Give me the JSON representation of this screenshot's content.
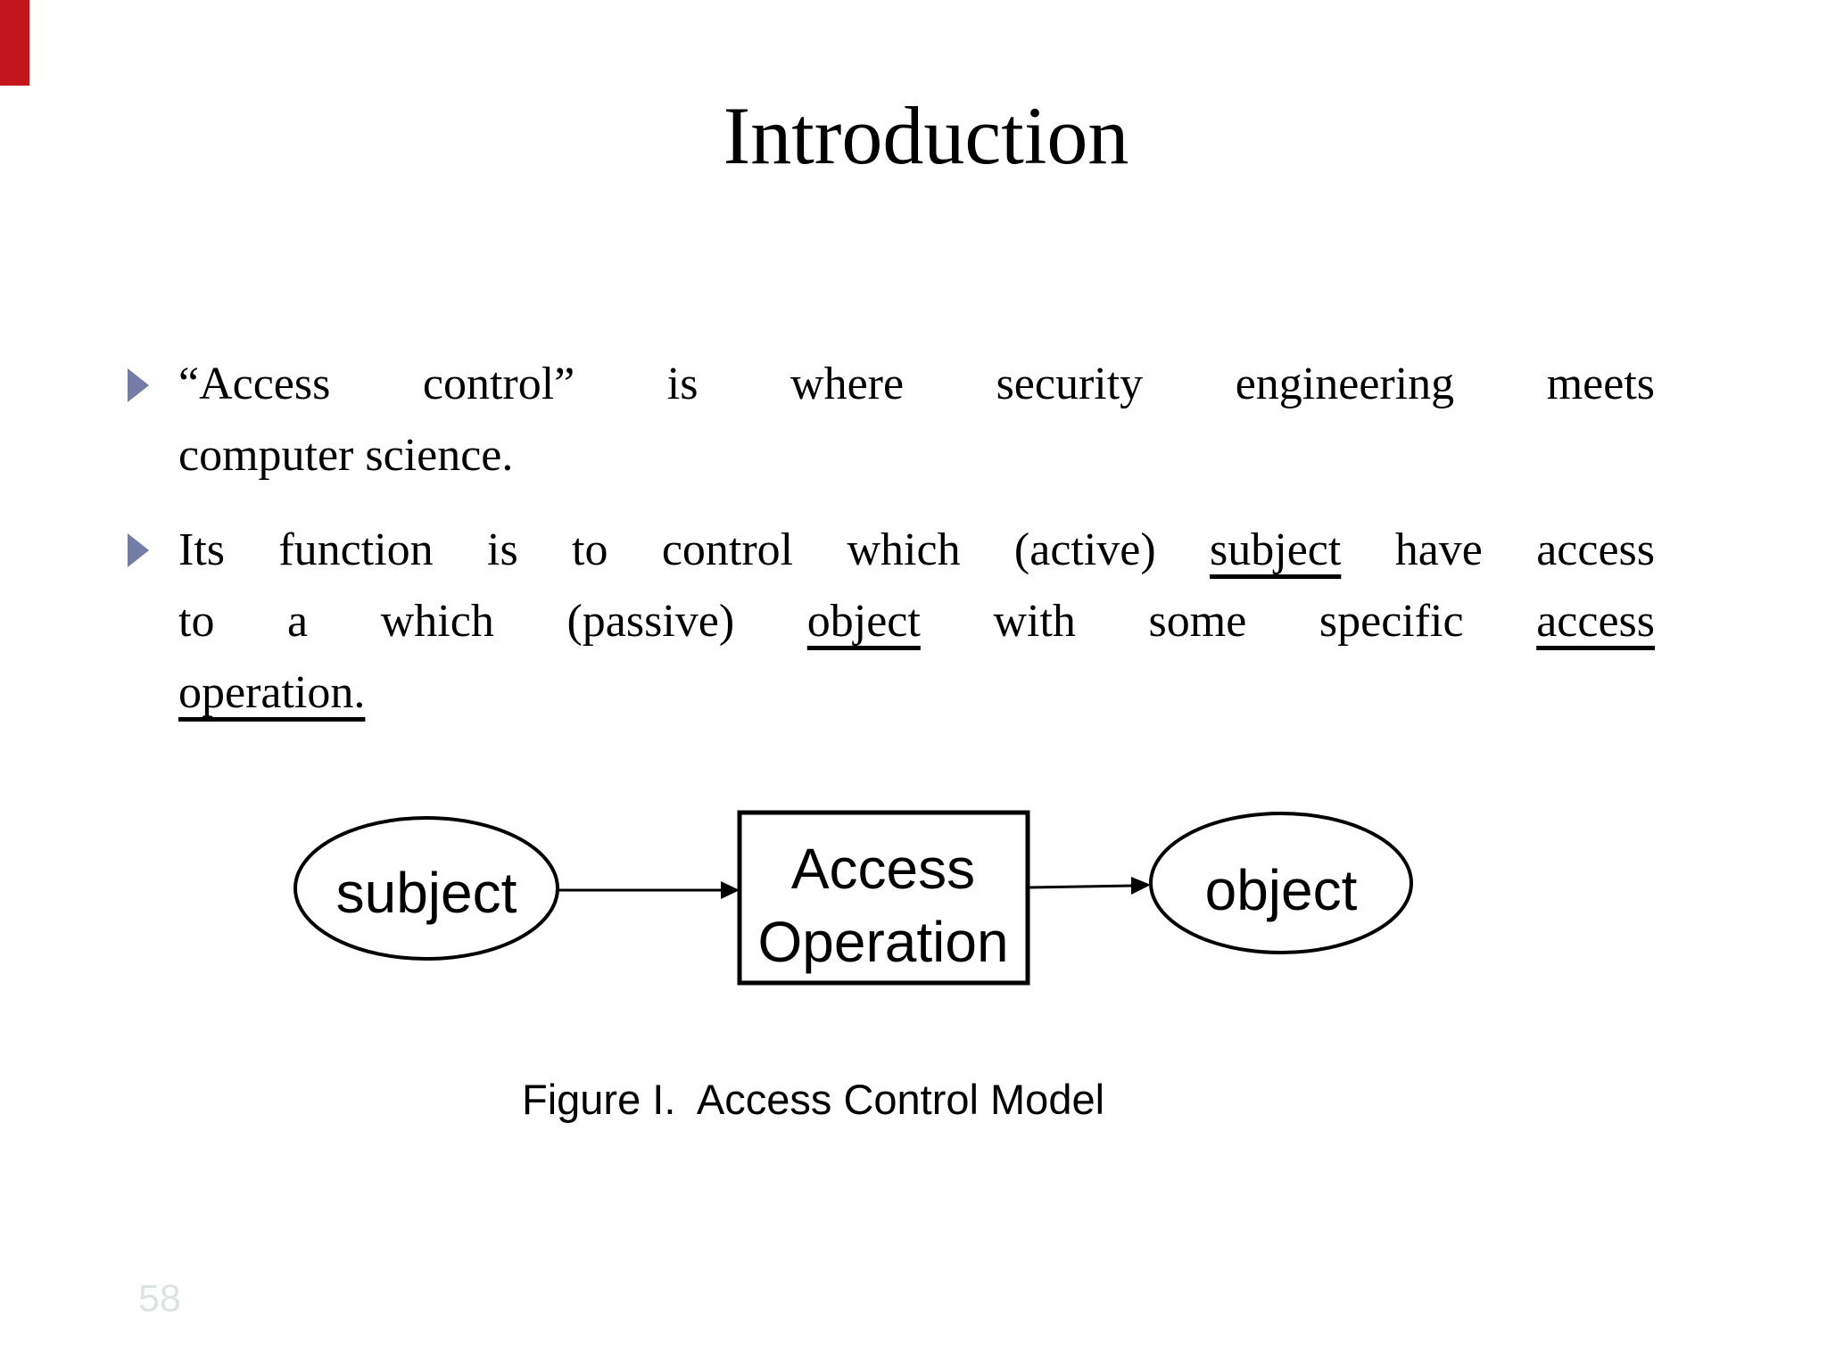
{
  "slide": {
    "title": "Introduction",
    "page_number": "58",
    "accent_bar_color": "#c3161c",
    "bullet_icon": "triangle-right",
    "bullet_color": "#747ca8",
    "page_number_color": "#dde3e2",
    "background_color": "#ffffff",
    "text_color": "#000000"
  },
  "content": {
    "paragraphs": [
      {
        "lines": [
          {
            "justify": true,
            "segments": [
              {
                "t": "“Access control” is where security engineering meets"
              }
            ]
          },
          {
            "justify": false,
            "segments": [
              {
                "t": "computer science."
              }
            ]
          }
        ]
      },
      {
        "lines": [
          {
            "justify": true,
            "segments": [
              {
                "t": "Its function is to control which (active) "
              },
              {
                "t": "subject",
                "u": true
              },
              {
                "t": " have access"
              }
            ]
          },
          {
            "justify": true,
            "segments": [
              {
                "t": "to a which (passive) "
              },
              {
                "t": "object",
                "u": true
              },
              {
                "t": " with some specific "
              },
              {
                "t": "access",
                "u": true
              }
            ]
          },
          {
            "justify": false,
            "segments": [
              {
                "t": "operation.",
                "u": true
              }
            ]
          }
        ]
      }
    ]
  },
  "diagram": {
    "subject_label": "subject",
    "box_label_line1": "Access",
    "box_label_line2": "Operation",
    "object_label": "object",
    "caption": "Figure I.  Access Control Model",
    "stroke_color": "#000000"
  }
}
